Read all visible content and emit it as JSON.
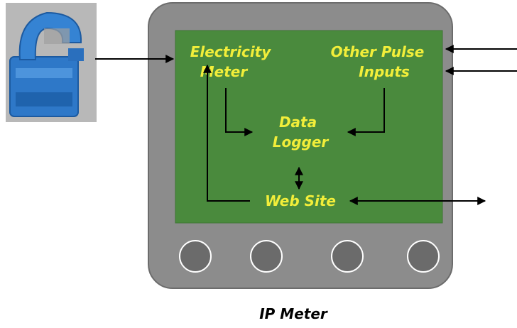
{
  "nodes": {
    "electricity_meter": [
      "Electricity",
      "Meter"
    ],
    "other_pulse_inputs": [
      "Other Pulse",
      "Inputs"
    ],
    "data_logger": [
      "Data",
      "Logger"
    ],
    "web_site": "Web Site"
  },
  "caption": "IP Meter",
  "device": {
    "button_count": 4
  },
  "colors": {
    "screen": "#4a8a3d",
    "bezel": "#8c8c8c",
    "label": "#f2ee3a",
    "sensor": "#2e78c8"
  },
  "icons": [
    "current-clamp-sensor-icon"
  ]
}
